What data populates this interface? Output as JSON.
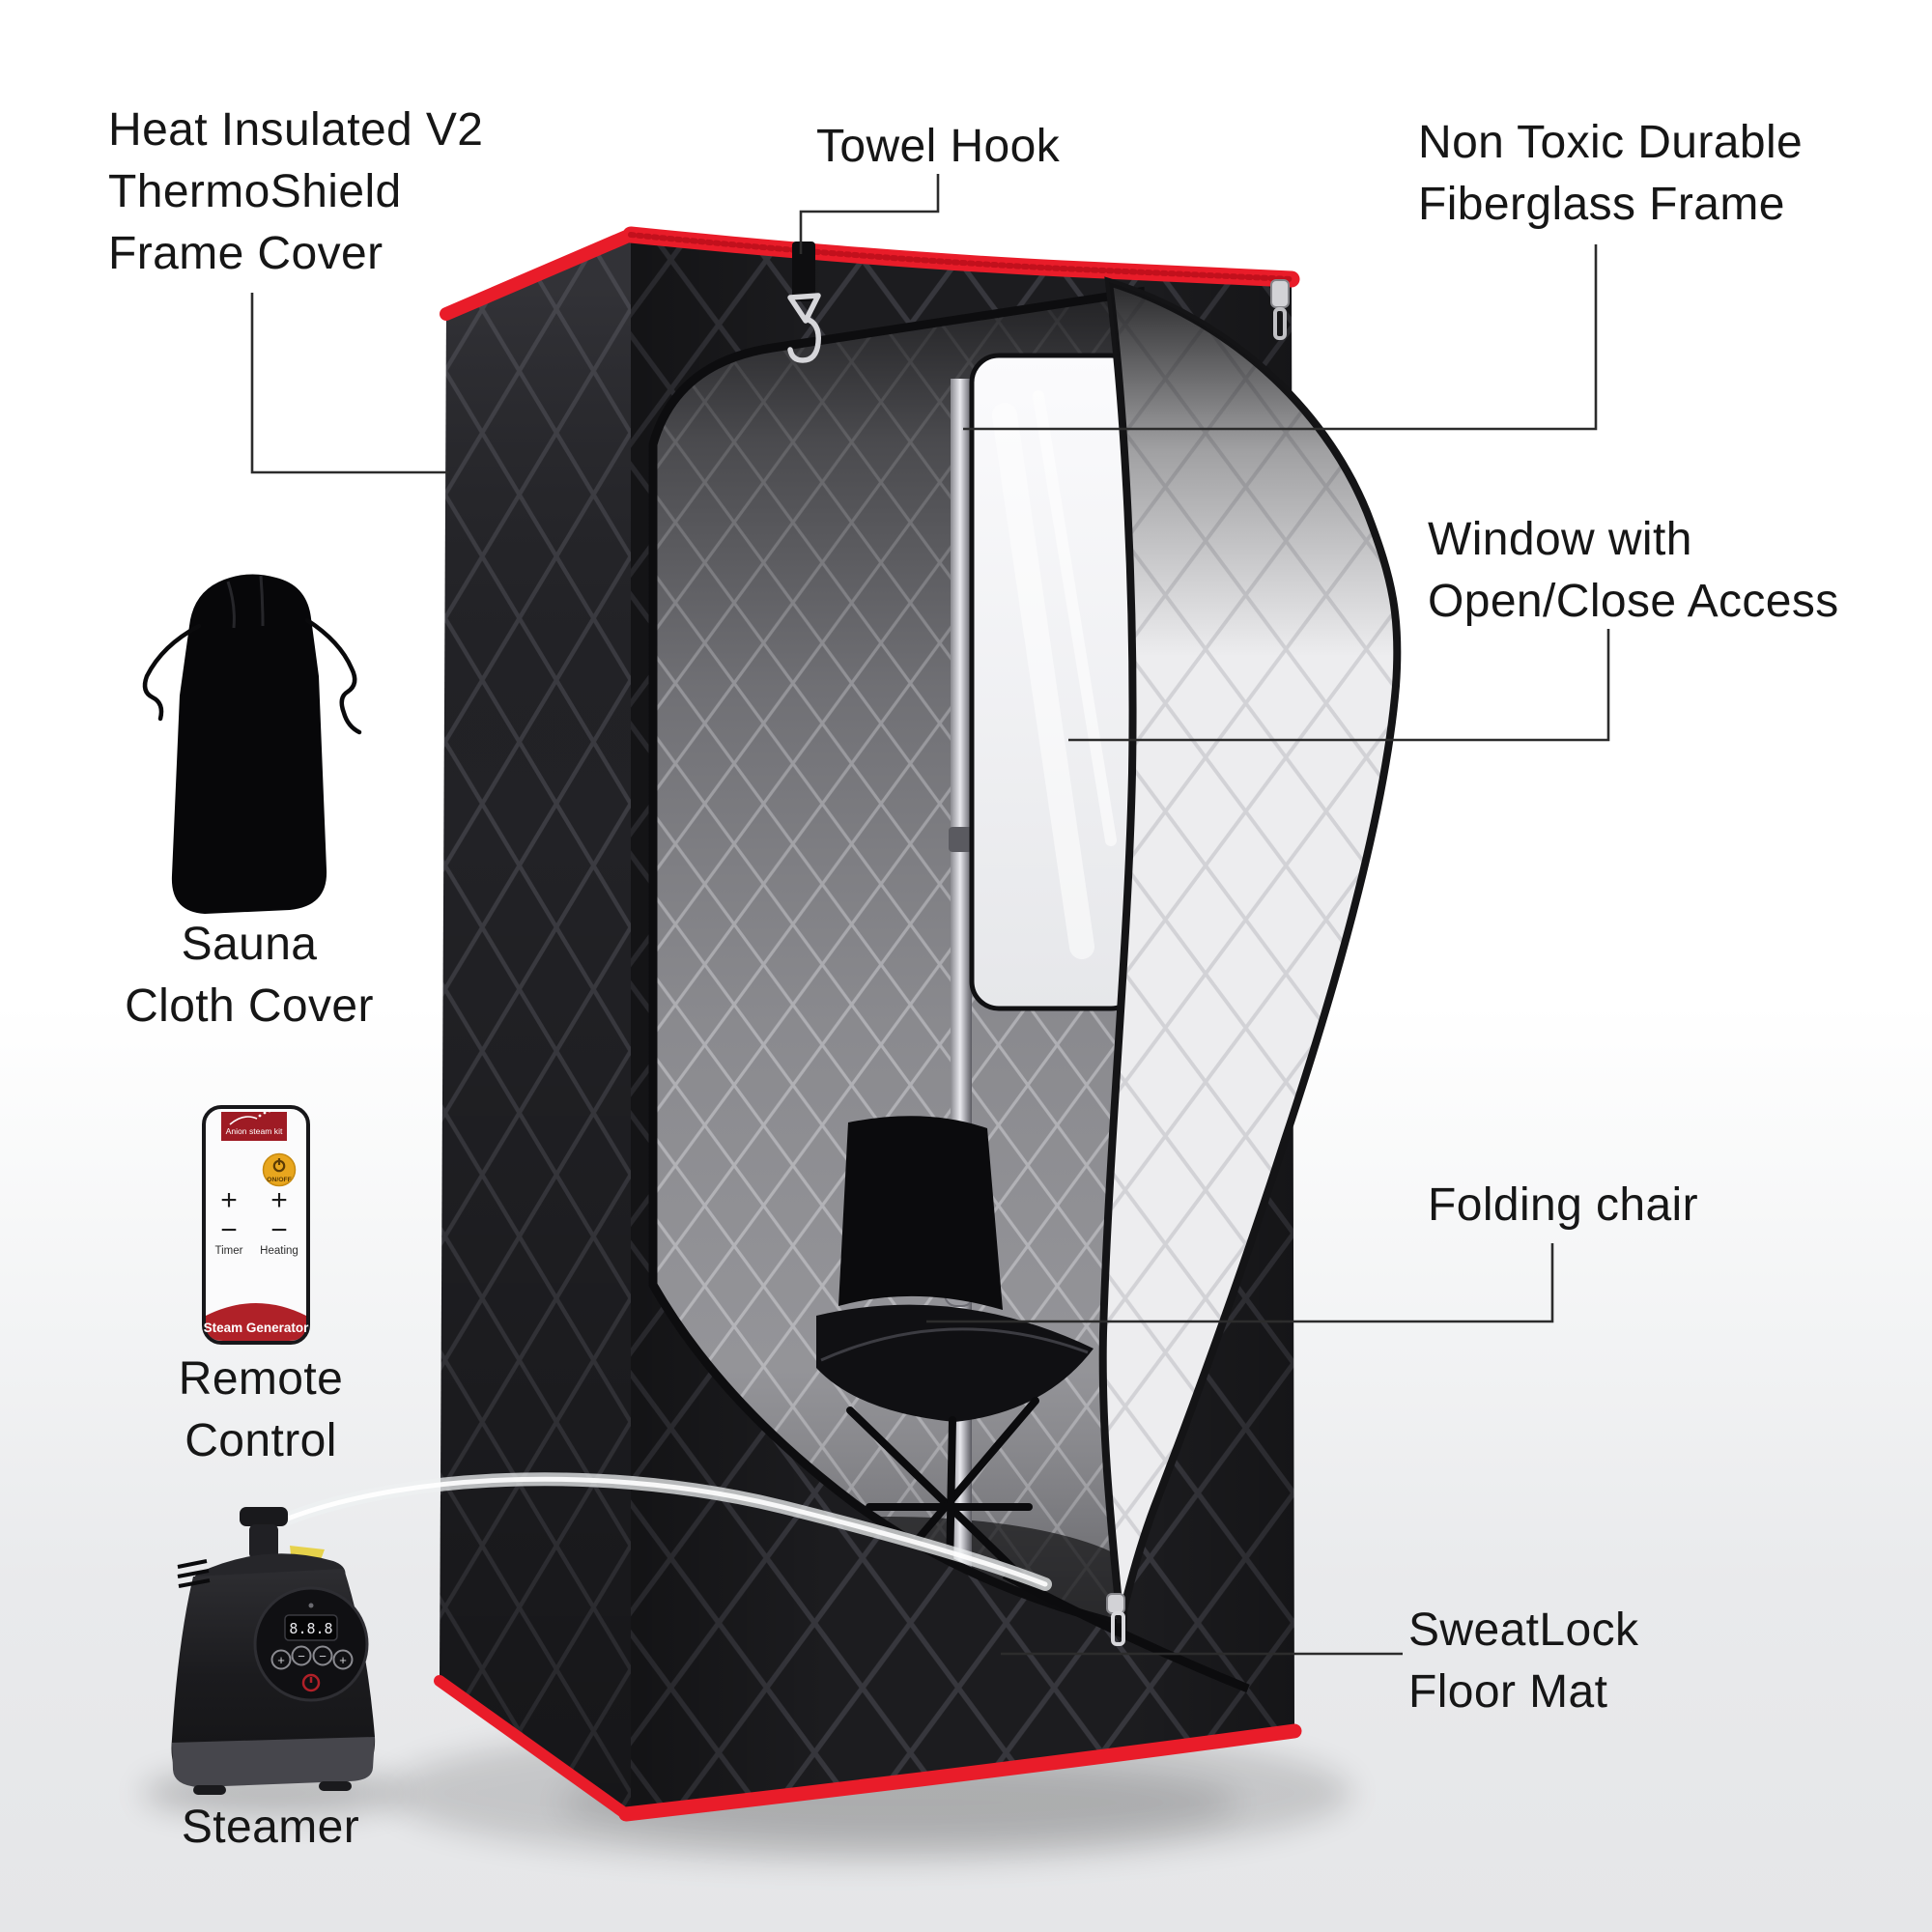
{
  "callouts": {
    "frame_cover": {
      "lines": [
        "Heat Insulated V2",
        "ThermoShield",
        "Frame Cover"
      ]
    },
    "towel_hook": {
      "lines": [
        "Towel Hook"
      ]
    },
    "fiberglass_frame": {
      "lines": [
        "Non Toxic Durable",
        "Fiberglass Frame"
      ]
    },
    "window_access": {
      "lines": [
        "Window with",
        "Open/Close Access"
      ]
    },
    "folding_chair": {
      "lines": [
        "Folding chair"
      ]
    },
    "floor_mat": {
      "lines": [
        "SweatLock",
        "Floor Mat"
      ]
    }
  },
  "accessory_labels": {
    "cloth_cover": {
      "lines": [
        "Sauna",
        "Cloth Cover"
      ]
    },
    "remote": {
      "lines": [
        "Remote",
        "Control"
      ]
    },
    "steamer": {
      "lines": [
        "Steamer"
      ]
    }
  },
  "remote_ui": {
    "brand": "Anion steam kit",
    "power_label": "ON/OFF",
    "timer_plus": "+",
    "timer_minus": "−",
    "heating_plus": "+",
    "heating_minus": "−",
    "timer_label": "Timer",
    "heating_label": "Heating",
    "footer": "Steam Generator"
  },
  "steamer_ui": {
    "display": "8.8.8",
    "btn_plus_left": "+",
    "btn_minus_left": "−",
    "btn_minus_right": "−",
    "btn_plus_right": "+"
  },
  "colors": {
    "accent_red": "#e91c29",
    "accent_red_stitch": "#c2101c",
    "fabric_black": "#1c1c1f",
    "interior_gray": "#7d7d82",
    "flap_white": "#ededef",
    "label_text": "#161616",
    "leader_line": "#2c2c2c",
    "remote_red": "#9e1b24",
    "remote_band_red": "#b02128",
    "power_gold": "#e8a61e"
  }
}
